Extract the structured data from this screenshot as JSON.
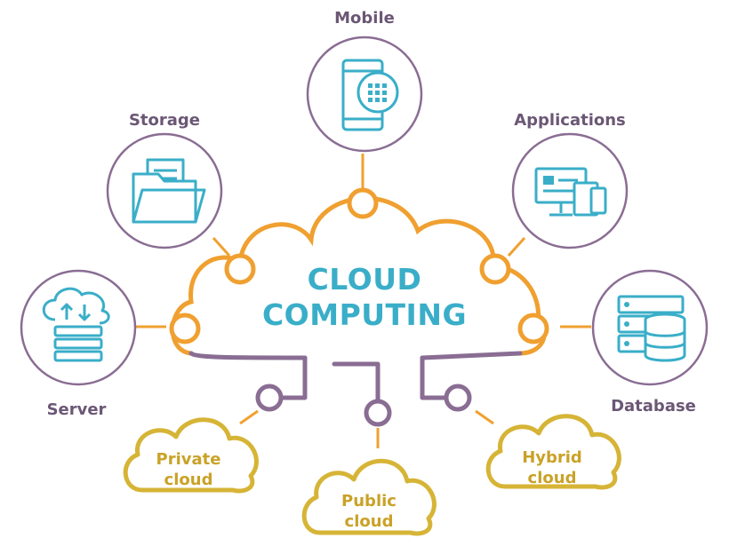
{
  "title": {
    "line1": "CLOUD",
    "line2": "COMPUTING"
  },
  "nodes": {
    "mobile": "Mobile",
    "storage": "Storage",
    "applications": "Applications",
    "server": "Server",
    "database": "Database"
  },
  "clouds": {
    "private": {
      "line1": "Private",
      "line2": "cloud"
    },
    "public": {
      "line1": "Public",
      "line2": "cloud"
    },
    "hybrid": {
      "line1": "Hybrid",
      "line2": "cloud"
    }
  },
  "colors": {
    "orange": "#f0a030",
    "purple": "#8a6d93",
    "teal": "#3aaec8",
    "gold": "#d6b436",
    "label": "#6b5775"
  },
  "icons": [
    "mobile-icon",
    "storage-folder-icon",
    "applications-icon",
    "server-icon",
    "database-icon"
  ]
}
